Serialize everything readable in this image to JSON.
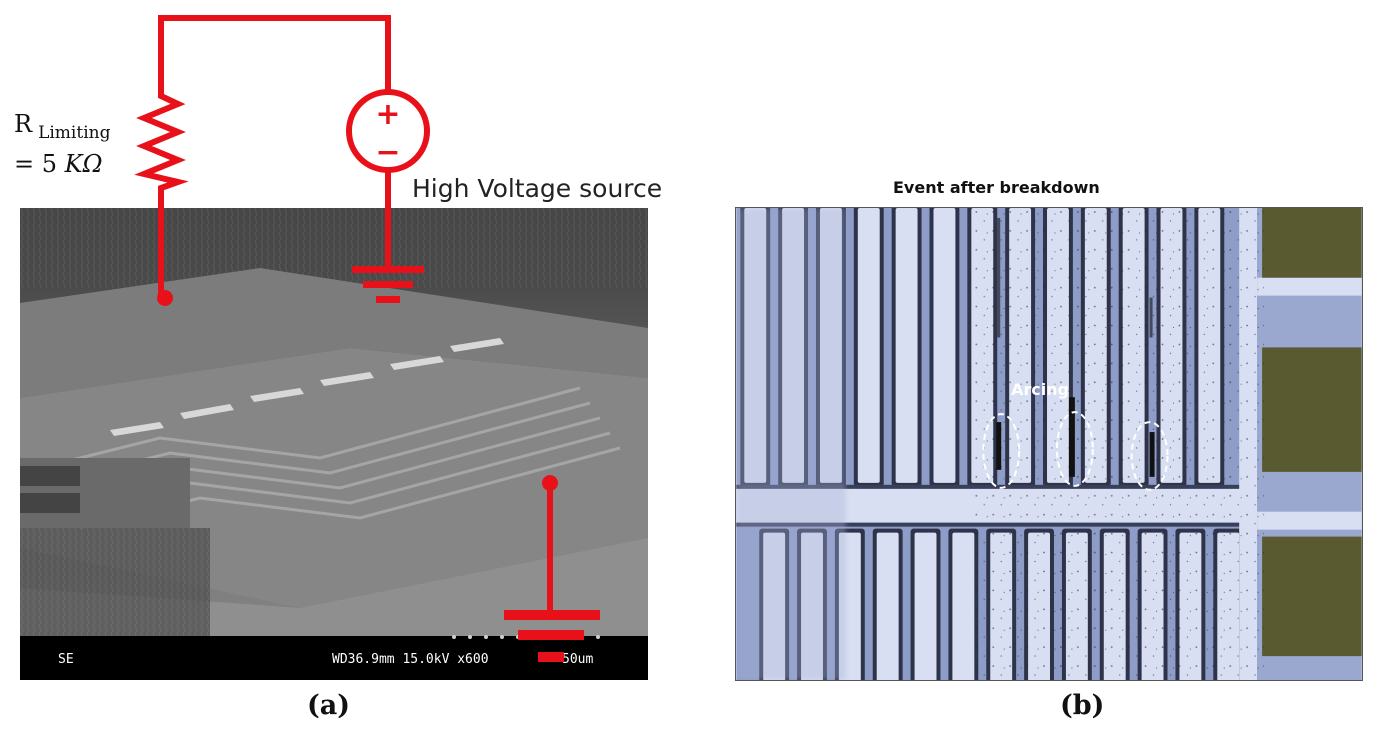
{
  "panel_a": {
    "resistor_label": "R",
    "resistor_subscript": "Limiting",
    "resistor_value_prefix": "= 5 ",
    "resistor_value_unit": "KΩ",
    "source_label": "High Voltage source",
    "plus_sign": "+",
    "minus_sign": "−",
    "sem_mode": "SE",
    "sem_info": "WD36.9mm 15.0kV x600",
    "sem_scale": "50um",
    "caption": "(a)",
    "colors": {
      "wire": "#e8111a",
      "sem_bar": "#000000"
    }
  },
  "panel_b": {
    "title": "Event after breakdown",
    "annotation": "Arcing",
    "caption": "(b)",
    "colors": {
      "electrode": "#d8dff2",
      "substrate": "#8e9cc8",
      "pad": "#5a5a30"
    }
  }
}
